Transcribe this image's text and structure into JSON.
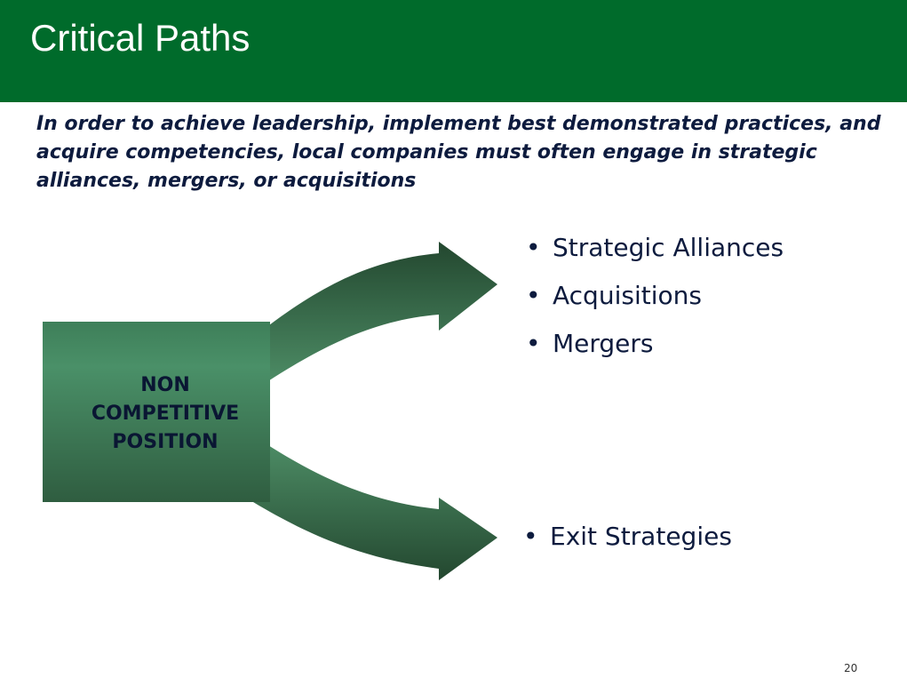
{
  "slide": {
    "title": "Critical Paths",
    "subtitle": "In order to achieve leadership, implement best demonstrated practices, and acquire competencies, local companies must often engage in strategic alliances, mergers, or acquisitions",
    "page_number": "20"
  },
  "diagram": {
    "box_lines": [
      "NON",
      "COMPETITIVE",
      "POSITION"
    ],
    "upper_items": [
      "Strategic Alliances",
      "Acquisitions",
      "Mergers"
    ],
    "lower_item": "Exit Strategies",
    "bullet_glyph": "•"
  },
  "colors": {
    "header": "#006b2b",
    "shape_light": "#4a9068",
    "shape_dark": "#23472f",
    "text": "#0d1b3e"
  }
}
